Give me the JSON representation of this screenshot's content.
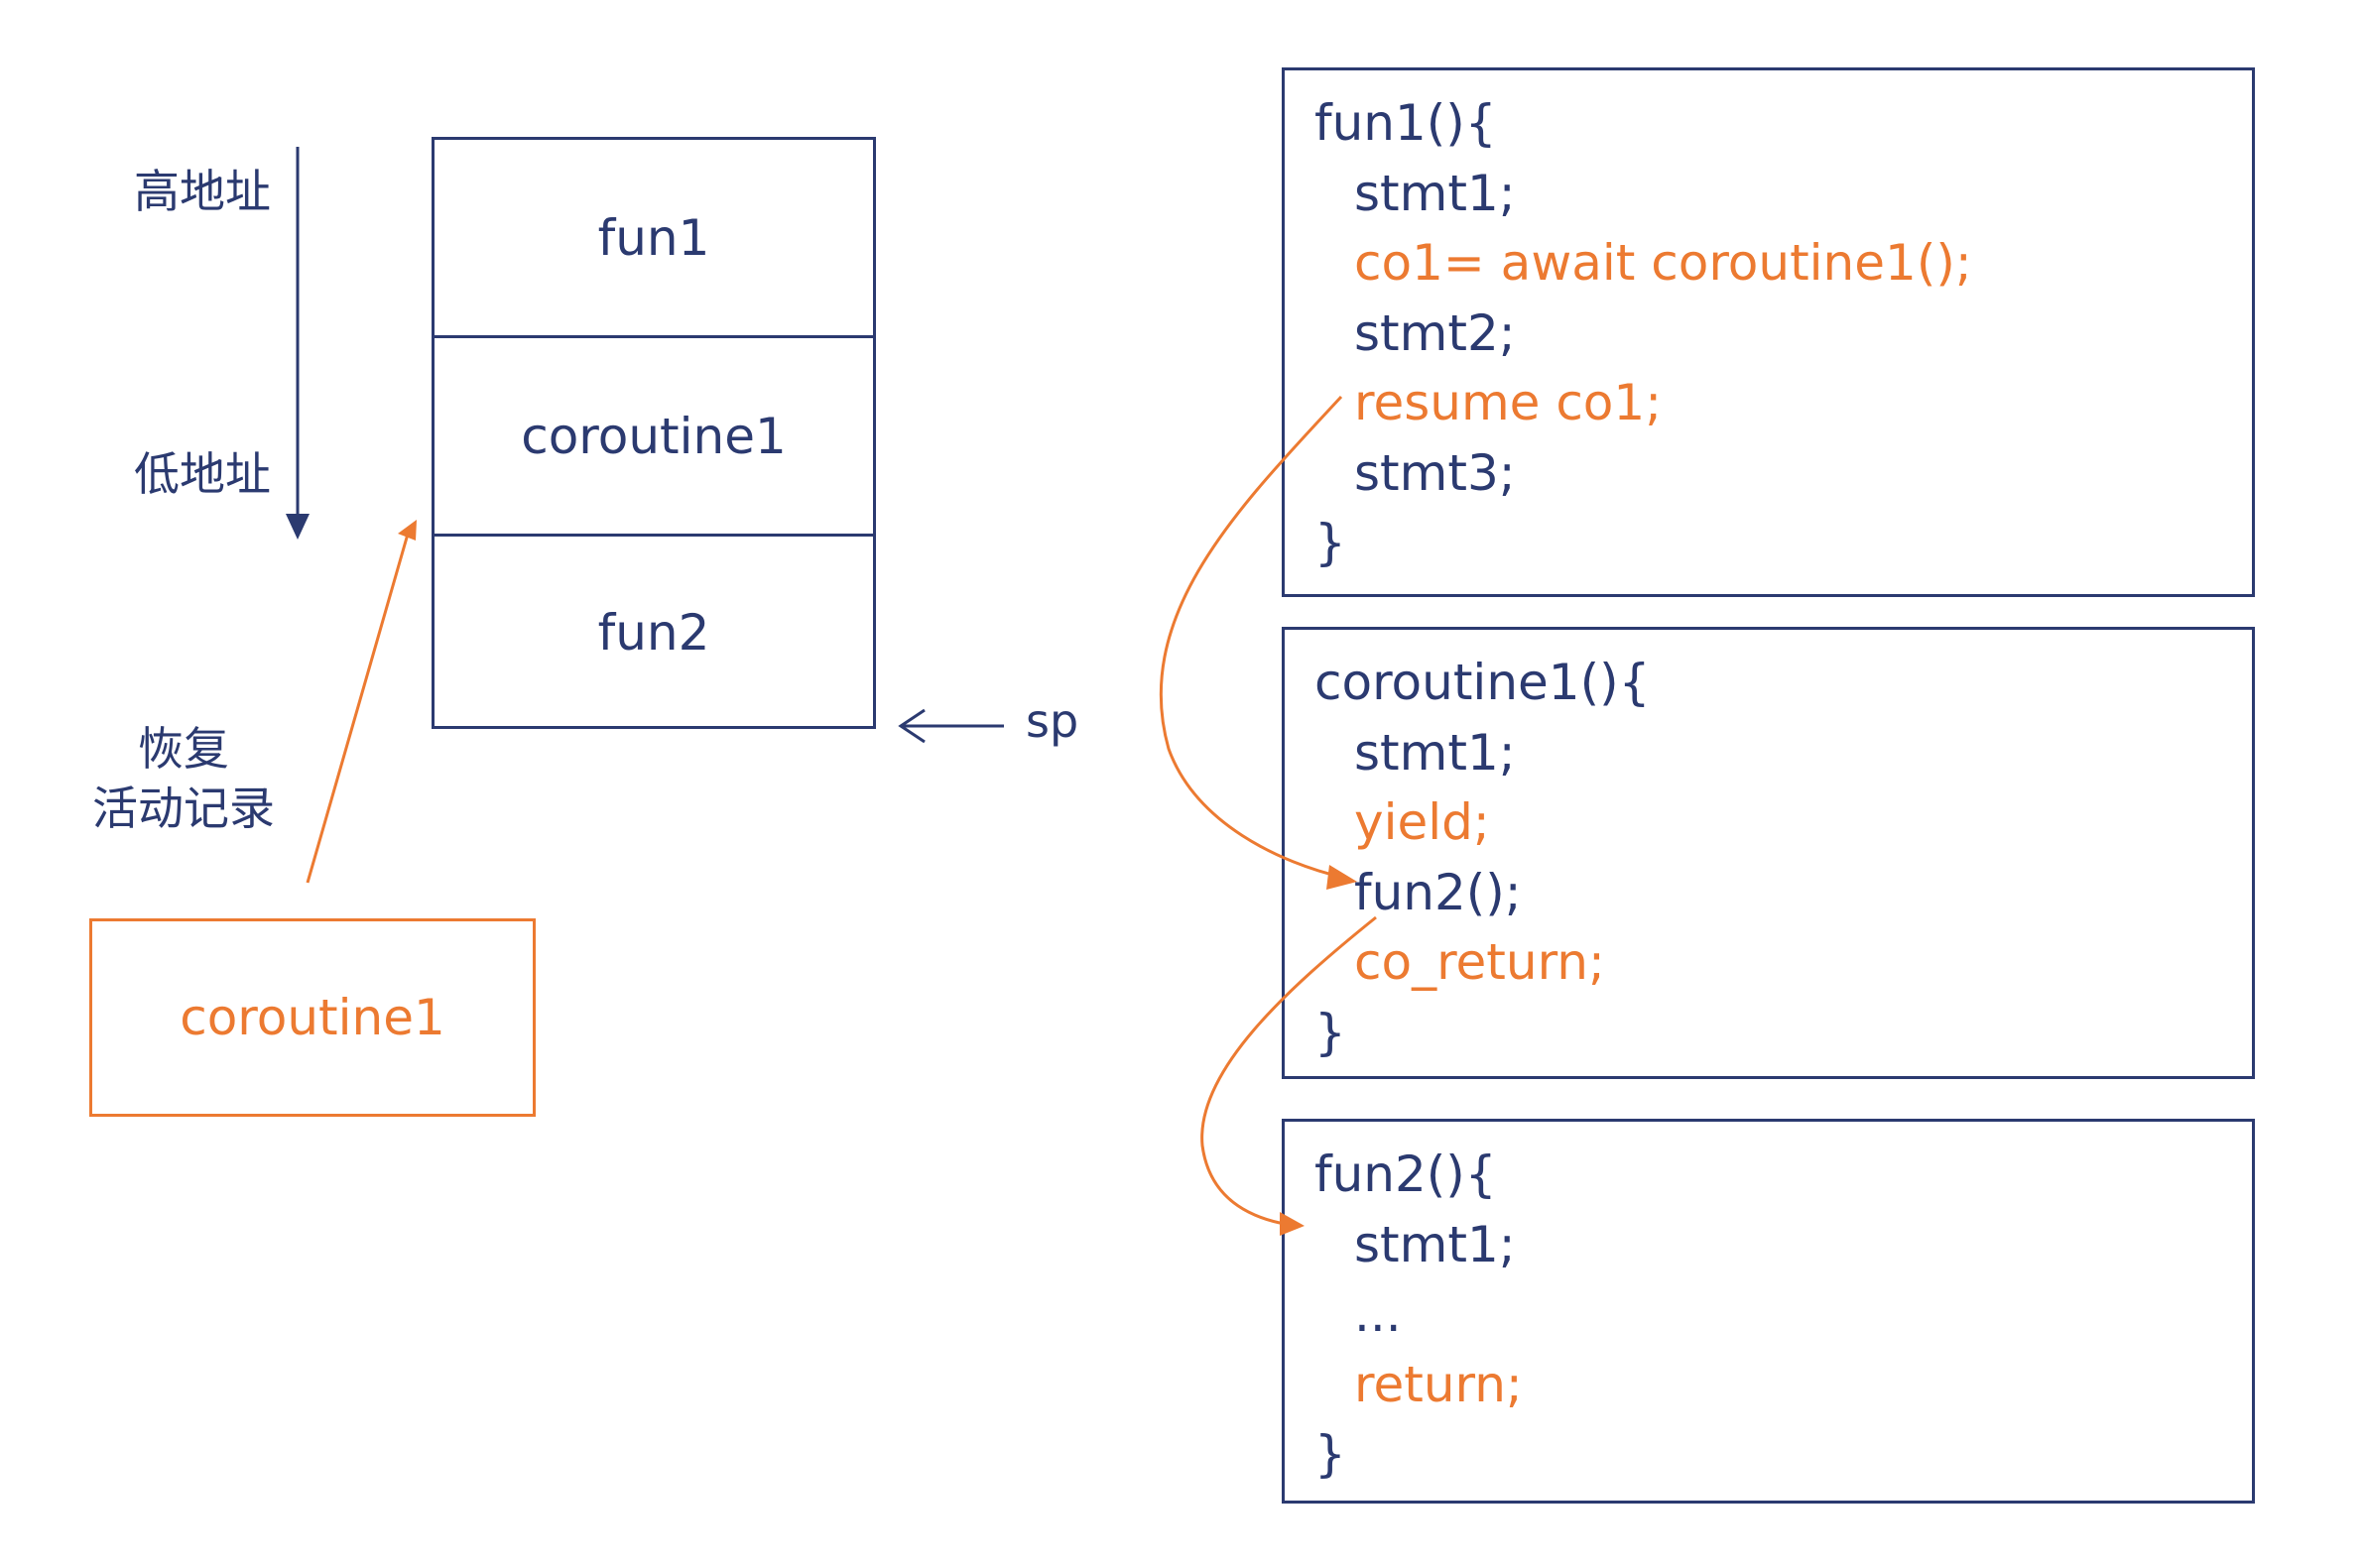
{
  "address_axis": {
    "high": "高地址",
    "low": "低地址"
  },
  "stack_frames": [
    "fun1",
    "coroutine1",
    "fun2"
  ],
  "sp_label": "sp",
  "restore_label": {
    "line1": "恢复",
    "line2": "活动记录"
  },
  "saved_record": "coroutine1",
  "code_blocks": [
    {
      "header": "fun1(){",
      "lines": [
        {
          "text": "stmt1;",
          "highlight": false
        },
        {
          "text": "co1= await coroutine1();",
          "highlight": true
        },
        {
          "text": "stmt2;",
          "highlight": false
        },
        {
          "text": "resume co1;",
          "highlight": true
        },
        {
          "text": "stmt3;",
          "highlight": false
        }
      ],
      "footer": "}"
    },
    {
      "header": "coroutine1(){",
      "lines": [
        {
          "text": "stmt1;",
          "highlight": false
        },
        {
          "text": "yield;",
          "highlight": true
        },
        {
          "text": "fun2();",
          "highlight": false
        },
        {
          "text": "co_return;",
          "highlight": true
        }
      ],
      "footer": "}"
    },
    {
      "header": "fun2(){",
      "lines": [
        {
          "text": "stmt1;",
          "highlight": false
        },
        {
          "text": "...",
          "highlight": false
        },
        {
          "text": "return;",
          "highlight": true
        }
      ],
      "footer": "}"
    }
  ],
  "colors": {
    "navy": "#2b3a70",
    "orange": "#ec7a31"
  }
}
